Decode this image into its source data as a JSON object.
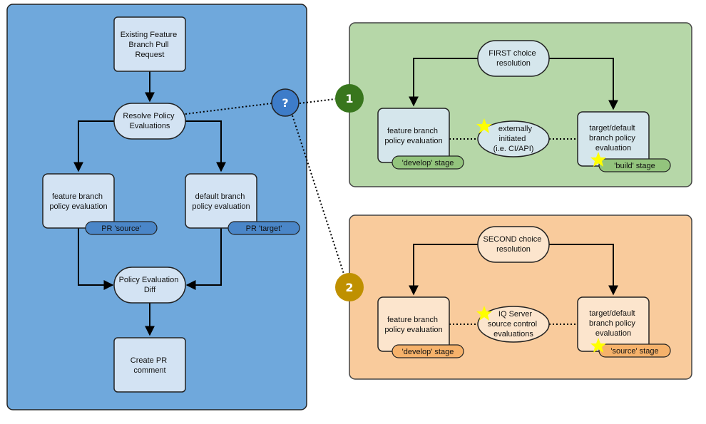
{
  "left_panel": {
    "nodes": {
      "start": [
        "Existing Feature",
        "Branch Pull",
        "Request"
      ],
      "resolve": [
        "Resolve Policy",
        "Evaluations"
      ],
      "feature_eval": [
        "feature branch",
        "policy evaluation"
      ],
      "default_eval": [
        "default branch",
        "policy evaluation"
      ],
      "diff": [
        "Policy Evaluation",
        "Diff"
      ],
      "create": [
        "Create PR",
        "comment"
      ]
    },
    "tags": {
      "source": "PR 'source'",
      "target": "PR 'target'"
    }
  },
  "question_mark": "?",
  "choice1": {
    "number": "1",
    "resolution": [
      "FIRST choice",
      "resolution"
    ],
    "feature_eval": [
      "feature branch",
      "policy evaluation"
    ],
    "middle": [
      "externally",
      "initiated",
      "(i.e. CI/API)"
    ],
    "target_eval": [
      "target/default",
      "branch policy",
      "evaluation"
    ],
    "feature_tag": "'develop' stage",
    "target_tag": "'build' stage"
  },
  "choice2": {
    "number": "2",
    "resolution": [
      "SECOND choice",
      "resolution"
    ],
    "feature_eval": [
      "feature branch",
      "policy evaluation"
    ],
    "middle": [
      "IQ Server",
      "source control",
      "evaluations"
    ],
    "target_eval": [
      "target/default",
      "branch policy",
      "evaluation"
    ],
    "feature_tag": "'develop' stage",
    "target_tag": "'source' stage"
  },
  "colors": {
    "left_panel": "#6fa8dc",
    "node_fill": "#d3e3f3",
    "tag_fill": "#4a86c8",
    "question_fill": "#3d7cc9",
    "green_panel": "#b6d7a8",
    "green_node": "#d5e6ec",
    "green_tag": "#93c47d",
    "green_marker": "#38761d",
    "orange_panel": "#f9cb9c",
    "orange_node": "#fce5cd",
    "orange_tag": "#f6b26b",
    "orange_marker": "#bf9000",
    "star": "#ffff00"
  }
}
